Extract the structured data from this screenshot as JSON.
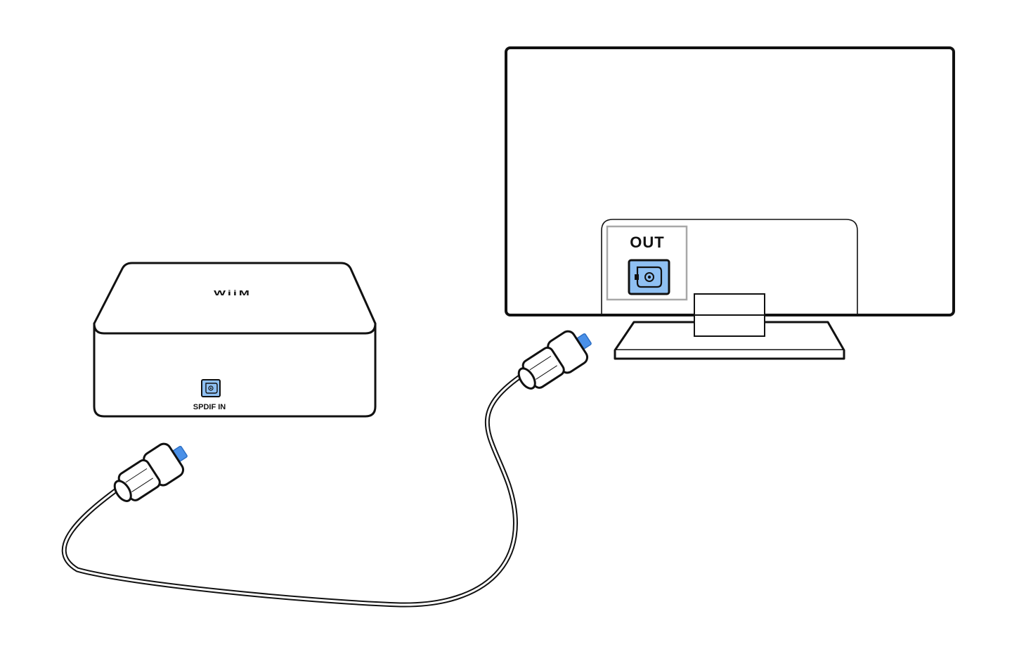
{
  "diagram": {
    "labels": {
      "device_port": "SPDIF IN",
      "tv_port": "OUT",
      "device_logo": "WiiM"
    },
    "colors": {
      "stroke": "#111111",
      "port_fill": "#8fc0f2",
      "port_border": "#1a1a1a",
      "plug_tip": "#4a90e8",
      "highlight_box": "#a8a8a8",
      "background": "#ffffff"
    },
    "icons": {
      "device": "streamer-box-icon",
      "tv": "tv-icon",
      "cable": "optical-cable-icon",
      "port": "optical-port-icon"
    }
  }
}
